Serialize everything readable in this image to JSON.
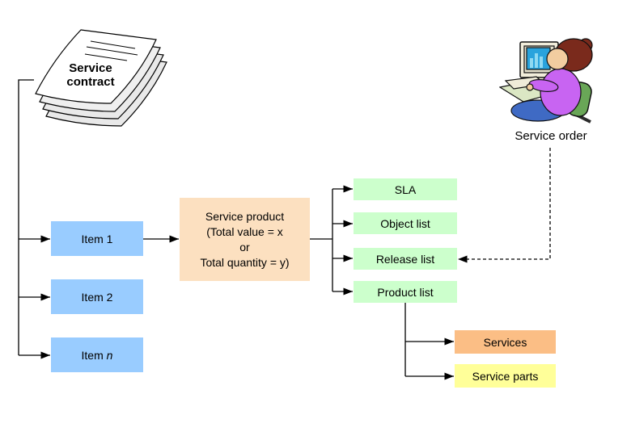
{
  "colors": {
    "item_box": "#99CCFF",
    "product_box": "#FCE0C0",
    "list_box": "#CCFFCC",
    "services_box": "#FBBE85",
    "service_parts_box": "#FFFF99",
    "line": "#000000"
  },
  "contract": {
    "line1": "Service",
    "line2": "contract"
  },
  "order": {
    "label": "Service order"
  },
  "items": [
    {
      "label": "Item 1"
    },
    {
      "label": "Item 2"
    },
    {
      "prefix": "Item",
      "variable": "n"
    }
  ],
  "product": {
    "line1": "Service product",
    "line2": "(Total value = x",
    "line3": "or",
    "line4": "Total quantity = y)"
  },
  "lists": [
    {
      "label": "SLA"
    },
    {
      "label": "Object list"
    },
    {
      "label": "Release list"
    },
    {
      "label": "Product list"
    }
  ],
  "outputs": [
    {
      "label": "Services"
    },
    {
      "label": "Service parts"
    }
  ]
}
